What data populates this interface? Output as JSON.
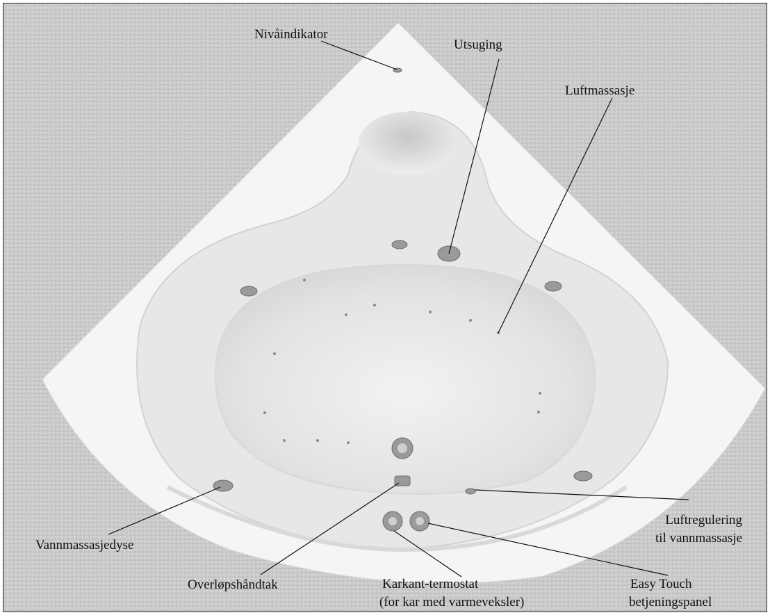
{
  "labels": {
    "niva": "Nivåindikator",
    "utsuging": "Utsuging",
    "luftmassasje": "Luftmassasje",
    "luftregulering_1": "Luftregulering",
    "luftregulering_2": "til vannmassasje",
    "vannmassasjedyse": "Vannmassasjedyse",
    "overlop": "Overløpshåndtak",
    "karkant_1": "Karkant-termostat",
    "karkant_2": "(for kar med varmeveksler)",
    "easy_1": "Easy Touch",
    "easy_2": "betjeningspanel"
  },
  "colors": {
    "background": "#c9c9c9",
    "tub": "#f4f4f4",
    "basin": "#e8e8e8",
    "leader": "#111111"
  }
}
